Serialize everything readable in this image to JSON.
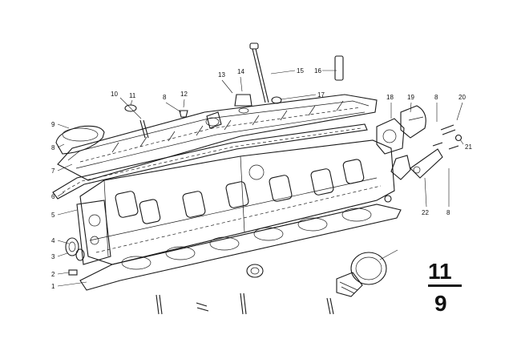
{
  "callouts": [
    "1",
    "2",
    "3",
    "4",
    "5",
    "6",
    "7",
    "8",
    "9",
    "10",
    "11",
    "8",
    "12",
    "13",
    "14",
    "15",
    "16",
    "17",
    "18",
    "19",
    "8",
    "20",
    "21",
    "22",
    "8"
  ],
  "page_ref": {
    "top": "11",
    "bottom": "9"
  }
}
